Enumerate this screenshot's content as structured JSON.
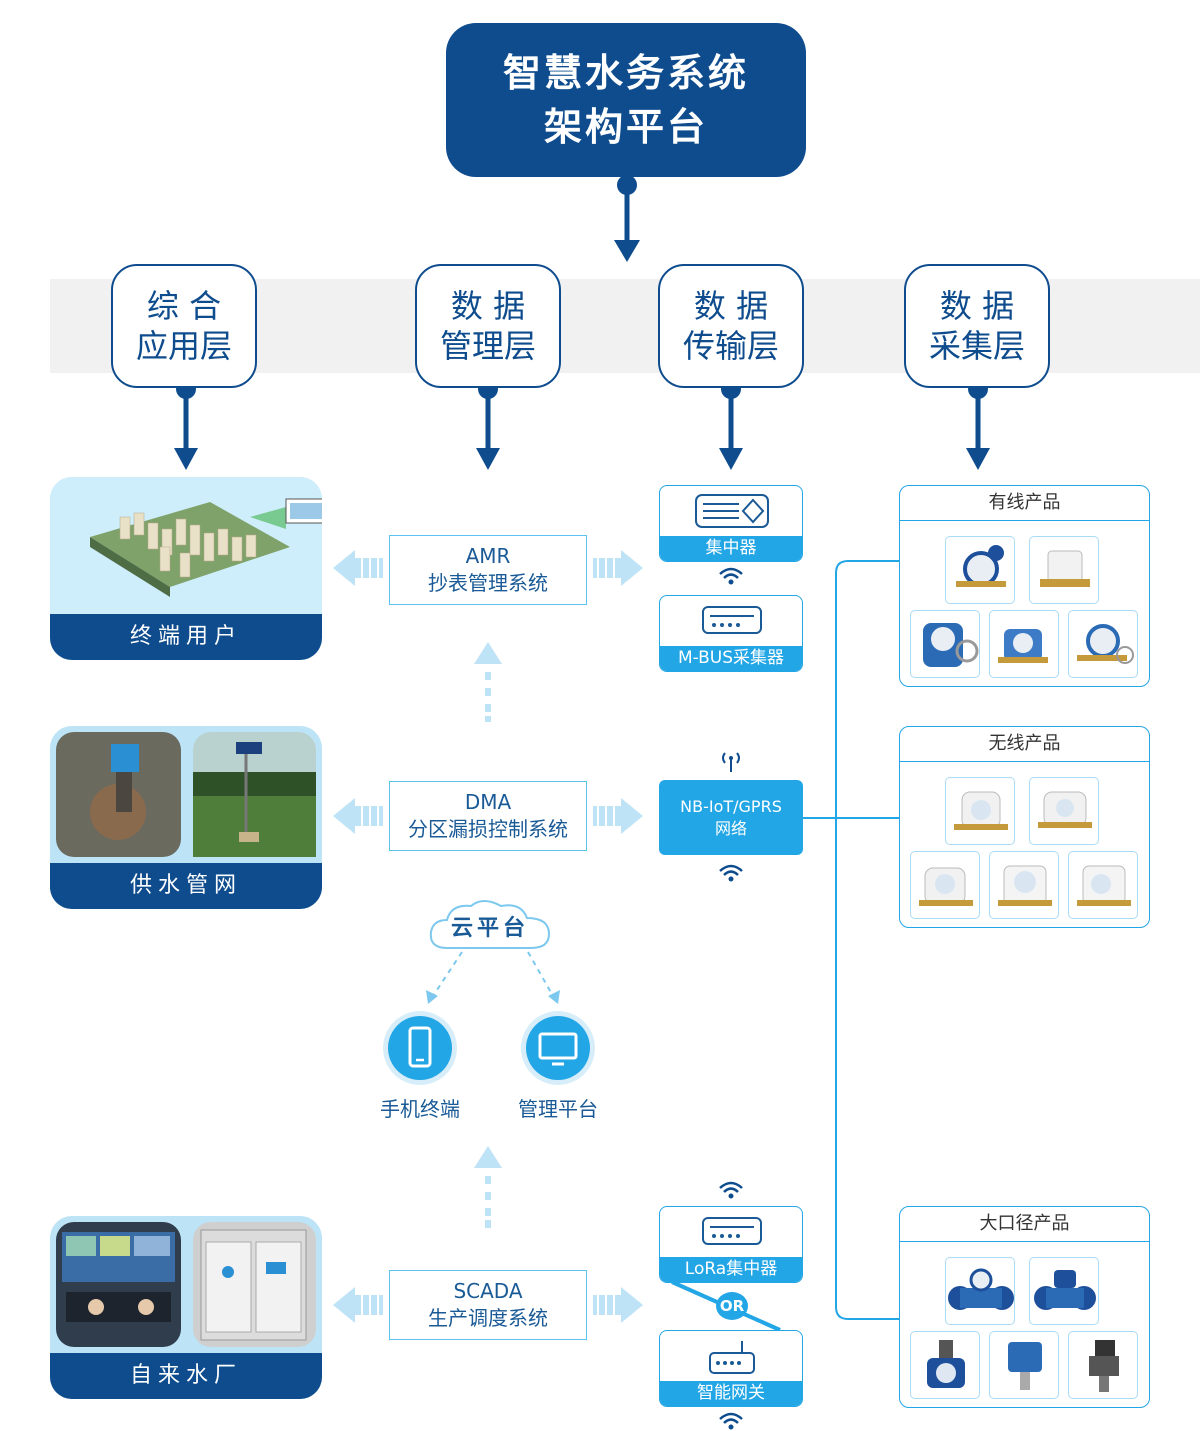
{
  "title": {
    "line1": "智慧水务系统",
    "line2": "架构平台"
  },
  "layers": [
    {
      "line1": "综 合",
      "line2": "应用层"
    },
    {
      "line1": "数 据",
      "line2": "管理层"
    },
    {
      "line1": "数 据",
      "line2": "传输层"
    },
    {
      "line1": "数 据",
      "line2": "采集层"
    }
  ],
  "applications": [
    {
      "label": "终端用户"
    },
    {
      "label": "供水管网"
    },
    {
      "label": "自来水厂"
    }
  ],
  "systems": [
    {
      "line1": "AMR",
      "line2": "抄表管理系统"
    },
    {
      "line1": "DMA",
      "line2": "分区漏损控制系统"
    },
    {
      "line1": "SCADA",
      "line2": "生产调度系统"
    }
  ],
  "cloud": {
    "label": "云平台",
    "mobile": "手机终端",
    "platform": "管理平台"
  },
  "transmission": {
    "concentrator": "集中器",
    "mbus": "M-BUS采集器",
    "network_line1": "NB-IoT/GPRS",
    "network_line2": "网络",
    "lora": "LoRa集中器",
    "or": "OR",
    "gateway": "智能网关"
  },
  "products": [
    {
      "title": "有线产品"
    },
    {
      "title": "无线产品"
    },
    {
      "title": "大口径产品"
    }
  ],
  "colors": {
    "navy": "#0e4c8e",
    "accent": "#23a6e6",
    "light": "#bde3f6",
    "band": "#f1f1f1"
  }
}
